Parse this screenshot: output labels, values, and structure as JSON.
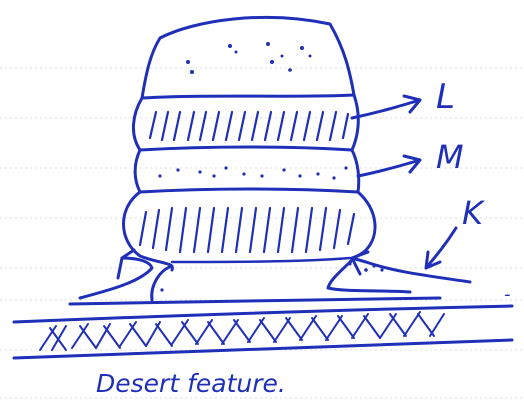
{
  "labels": {
    "upper_band": "L",
    "middle_band": "M",
    "base_notch": "K"
  },
  "caption": "Desert feature.",
  "colors": {
    "ink": "#1f2fb8",
    "paper": "#ffffff",
    "ruled_lines": "#dcdcdc"
  }
}
